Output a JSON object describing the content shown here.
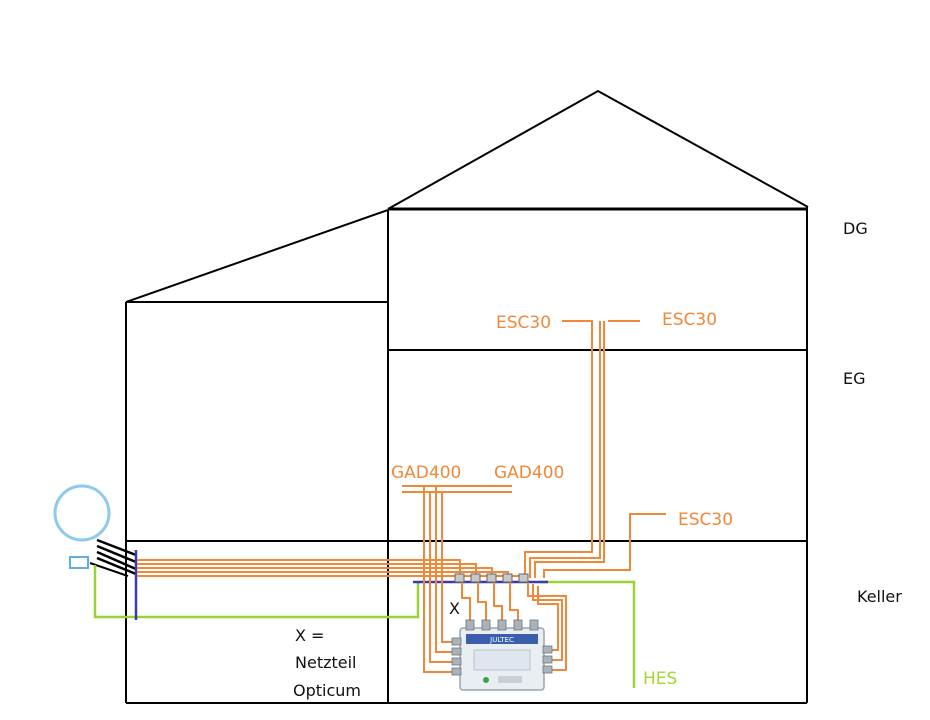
{
  "floors": {
    "dg": "DG",
    "eg": "EG",
    "keller": "Keller"
  },
  "devices": {
    "esc30_dg_left": "ESC30",
    "esc30_dg_right": "ESC30",
    "esc30_eg": "ESC30",
    "gad400_left": "GAD400",
    "gad400_right": "GAD400",
    "hes": "HES",
    "multiswitch_brand": "JULTEC"
  },
  "notes": {
    "x_marker": "X",
    "legend_line1": "X =",
    "legend_line2": "Netzteil",
    "legend_line3": "Opticum"
  },
  "colors": {
    "walls": "#000000",
    "coax": "#f0883a",
    "ground": "#9bd236",
    "bus": "#3a3ab0",
    "dish": "#8ec9ee",
    "hes_text": "#a8d430"
  }
}
